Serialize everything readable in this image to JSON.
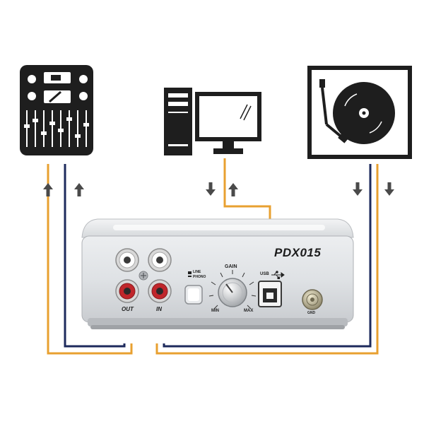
{
  "device": {
    "model": "PDX015",
    "out_label": "OUT",
    "in_label": "IN",
    "line_label": "LINE",
    "phono_label": "PHONO",
    "gain_label": "GAIN",
    "gain_min": "MIN",
    "gain_max": "MAX",
    "usb_label": "USB",
    "gnd_label": "GND"
  },
  "colors": {
    "cable_orange": "#e8a030",
    "cable_navy": "#1d2a5c",
    "icon_dark": "#1e1e1e",
    "arrow_gray": "#4a4a4a",
    "rca_red": "#c0262b"
  },
  "icons": [
    "mixer-icon",
    "computer-icon",
    "turntable-icon",
    "up-arrow-icon",
    "down-arrow-icon",
    "usb-icon"
  ]
}
